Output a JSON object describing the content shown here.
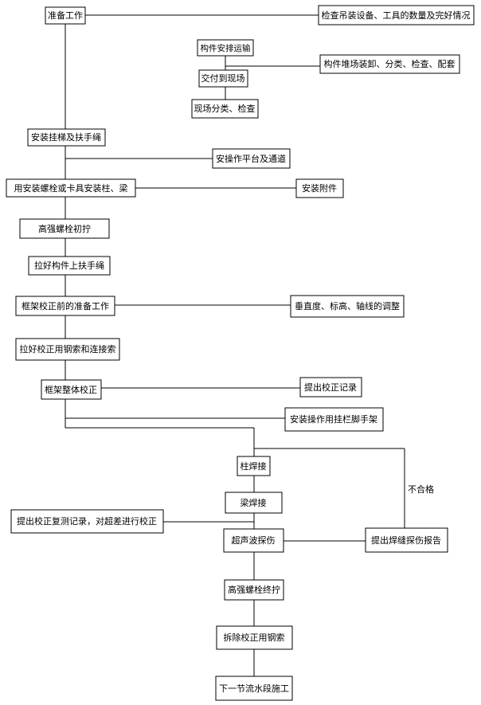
{
  "nodes": {
    "prep_work": "准备工作",
    "check_equipment": "检查吊装设备、工具的数量及完好情况",
    "component_transport": "构件安排运输",
    "delivery_to_site": "交付到现场",
    "site_sort_check": "现场分类、检查",
    "stack_unload": "构件堆场装卸、分类、检查、配套",
    "install_ladder_rope": "安装挂梯及扶手绳",
    "install_platform": "安操作平台及通道",
    "install_columns_beams": "用安装螺栓或卡具安装柱、梁",
    "install_accessories": "安装附件",
    "hs_bolt_initial": "高强螺栓初拧",
    "pull_rope": "拉好构件上扶手绳",
    "frame_correction_prep": "框架校正前的准备工作",
    "adjust_verticality": "垂直度、标高、轴线的调整",
    "pull_cables": "拉好校正用钢索和连接索",
    "frame_correction": "框架整体校正",
    "correction_record": "提出校正记录",
    "install_scaffold": "安装操作用挂栏脚手架",
    "column_welding": "柱焊接",
    "beam_welding": "梁焊接",
    "recheck_record": "提出校正复测记录，对超差进行校正",
    "ultrasonic": "超声波探伤",
    "weld_report": "提出焊缝探伤报告",
    "hs_bolt_final": "高强螺栓终拧",
    "remove_cables": "拆除校正用钢索",
    "next_section": "下一节流水段施工"
  },
  "labels": {
    "unqualified": "不合格"
  }
}
